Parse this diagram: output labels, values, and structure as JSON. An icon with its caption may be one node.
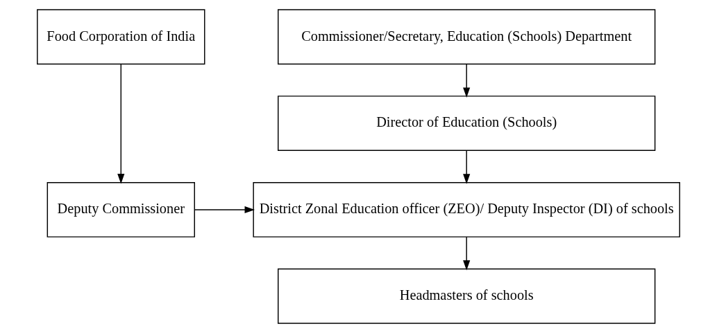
{
  "diagram": {
    "nodes": [
      {
        "text": [
          "Food Corporation of India"
        ]
      },
      {
        "text": [
          "Commissioner/Secretary, Education (Schools) Department"
        ]
      },
      {
        "text": [
          "Director of Education (Schools)"
        ]
      },
      {
        "text": [
          "Deputy Commissioner"
        ]
      },
      {
        "text": [
          "District Zonal Education officer (ZEO)/ Deputy Inspector (DI) of schools"
        ]
      },
      {
        "text": [
          "Headmasters of schools"
        ]
      }
    ],
    "edges": [
      {
        "from": 0,
        "to": 3,
        "arrow": "to"
      },
      {
        "from": 1,
        "to": 2,
        "arrow": "to"
      },
      {
        "from": 2,
        "to": 4,
        "arrow": "to"
      },
      {
        "from": 3,
        "to": 4,
        "arrow": "to"
      },
      {
        "from": 4,
        "to": 5,
        "arrow": "to"
      }
    ]
  }
}
